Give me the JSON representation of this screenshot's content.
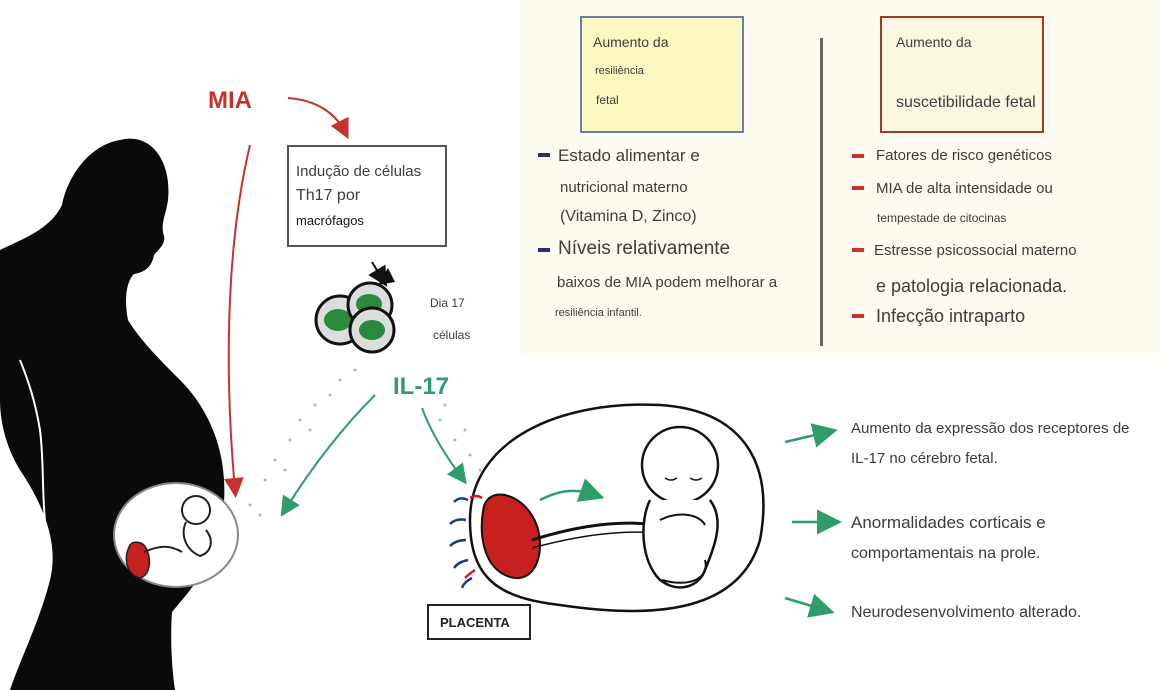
{
  "mia_label": "MIA",
  "il17_label": "IL-17",
  "th17_box": {
    "line1": "Indução de células",
    "line2": "Th17 por",
    "line3": "macrófagos"
  },
  "day17": {
    "line1": "Dia 17",
    "line2": "células"
  },
  "placenta_label": "PLACENTA",
  "resilience_box": {
    "line1": "Aumento da",
    "line2": "resiliência",
    "line3": "fetal"
  },
  "susceptibility_box": {
    "line1": "Aumento da",
    "line2": "suscetibilidade fetal"
  },
  "resilience_items": [
    {
      "lines": [
        "Estado alimentar e",
        "nutricional materno",
        "(Vitamina D, Zinco)"
      ]
    },
    {
      "lines": [
        "Níveis relativamente",
        "baixos de MIA podem melhorar a",
        "resiliência infantil."
      ]
    }
  ],
  "susceptibility_items": [
    {
      "lines": [
        "Fatores de risco genéticos"
      ]
    },
    {
      "lines": [
        "MIA de alta intensidade ou",
        "tempestade de citocinas"
      ]
    },
    {
      "lines": [
        "Estresse psicossocial materno",
        "e patologia relacionada."
      ]
    },
    {
      "lines": [
        "Infecção intraparto"
      ]
    }
  ],
  "outcomes": [
    {
      "lines": [
        "Aumento da expressão dos receptores de",
        "IL-17 no cérebro fetal."
      ]
    },
    {
      "lines": [
        "Anormalidades corticais e",
        "comportamentais na prole."
      ]
    },
    {
      "lines": [
        "Neurodesenvolvimento alterado."
      ]
    }
  ],
  "colors": {
    "mia_red": "#c8322c",
    "il17_green": "#2e9d6a",
    "arrow_green": "#2e9d6a",
    "cell_green": "#2a8a3e",
    "silhouette": "#0a0a0a",
    "placenta_red": "#c8201e"
  },
  "icons": [
    "pregnant-silhouette",
    "fetus-in-womb",
    "th17-cells",
    "placenta",
    "fetus"
  ]
}
